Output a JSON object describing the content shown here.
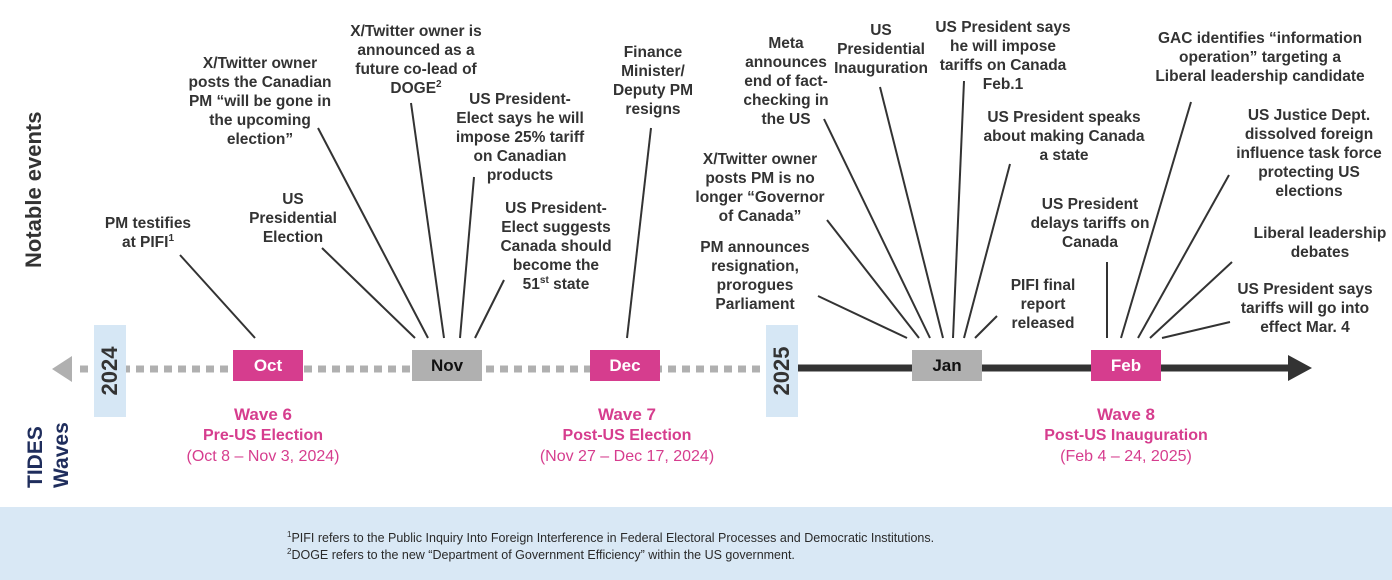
{
  "side_titles": {
    "events": "Notable events",
    "tides_line1": "TIDES",
    "tides_line2": "Waves"
  },
  "colors": {
    "accent_pink": "#d63d8e",
    "month_gray": "#b0b0b0",
    "axis_dark": "#333333",
    "axis_dotted": "#b0b0b0",
    "year_box": "#d6e7f5",
    "title_navy": "#1f2d5c",
    "footer_bg": "#d9e8f5"
  },
  "years": [
    {
      "label": "2024"
    },
    {
      "label": "2025"
    }
  ],
  "months": [
    {
      "label": "Oct",
      "style": "pink"
    },
    {
      "label": "Nov",
      "style": "gray"
    },
    {
      "label": "Dec",
      "style": "pink"
    },
    {
      "label": "Jan",
      "style": "gray"
    },
    {
      "label": "Feb",
      "style": "pink"
    }
  ],
  "events": [
    {
      "month": "Oct",
      "text": "PM testifies\nat PIFI",
      "footnote": "1"
    },
    {
      "month": "Nov",
      "text": "US\nPresidential\nElection"
    },
    {
      "month": "Nov",
      "text": "X/Twitter owner\nposts the Canadian\nPM “will be gone in\nthe upcoming\nelection”"
    },
    {
      "month": "Nov",
      "text": "X/Twitter owner is\nannounced as a\nfuture co-lead of\nDOGE",
      "footnote": "2"
    },
    {
      "month": "Nov",
      "text": "US President-\nElect says he will\nimpose 25% tariff\non Canadian\nproducts"
    },
    {
      "month": "Nov",
      "text": "US President-\nElect suggests\nCanada should\nbecome the\n51",
      "superscript": "st",
      "text_after": " state"
    },
    {
      "month": "Dec",
      "text": "Finance\nMinister/\nDeputy PM\nresigns"
    },
    {
      "month": "Jan",
      "text": "Meta\nannounces\nend of fact-\nchecking in\nthe US"
    },
    {
      "month": "Jan",
      "text": "X/Twitter owner\nposts PM is no\nlonger “Governor\nof Canada”"
    },
    {
      "month": "Jan",
      "text": "PM announces\nresignation,\nprorogues\nParliament"
    },
    {
      "month": "Jan",
      "text": "US\nPresidential\nInauguration"
    },
    {
      "month": "Jan",
      "text": "US President says\nhe will impose\ntariffs on Canada\nFeb.1"
    },
    {
      "month": "Jan",
      "text": "US President speaks\nabout making Canada\na state"
    },
    {
      "month": "Jan",
      "text": "PIFI final\nreport\nreleased"
    },
    {
      "month": "Feb",
      "text": "US President\ndelays tariffs on\nCanada"
    },
    {
      "month": "Feb",
      "text": "GAC identifies “information\noperation” targeting a\nLiberal leadership candidate"
    },
    {
      "month": "Feb",
      "text": "US Justice Dept.\ndissolved foreign\ninfluence task force\nprotecting US\nelections"
    },
    {
      "month": "Feb",
      "text": "Liberal leadership\ndebates"
    },
    {
      "month": "Feb",
      "text": "US President says\ntariffs will go into\neffect Mar. 4"
    }
  ],
  "waves": [
    {
      "name": "Wave 6",
      "subtitle": "Pre-US Election",
      "dates": "(Oct 8 – Nov 3, 2024)"
    },
    {
      "name": "Wave 7",
      "subtitle": "Post-US Election",
      "dates": "(Nov 27 – Dec 17, 2024)"
    },
    {
      "name": "Wave 8",
      "subtitle": "Post-US Inauguration",
      "dates": "(Feb 4 – 24, 2025)"
    }
  ],
  "footnotes": [
    {
      "marker": "1",
      "text": "PIFI refers to the Public Inquiry Into Foreign Interference in Federal Electoral Processes and Democratic Institutions."
    },
    {
      "marker": "2",
      "text": "DOGE refers to the new “Department of Government Efficiency” within the US government."
    }
  ]
}
